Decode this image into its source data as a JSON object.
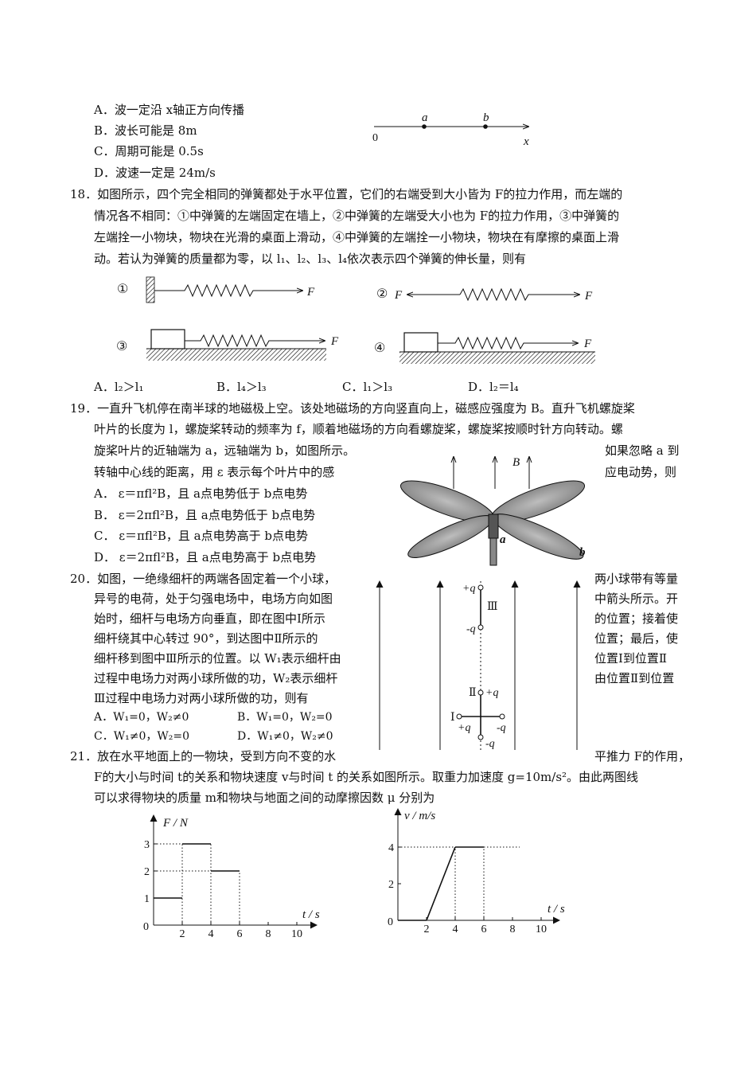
{
  "q17": {
    "options": [
      "A．波一定沿 x轴正方向传播",
      "B．波长可能是 8m",
      "C．周期可能是 0.5s",
      "D．波速一定是 24m/s"
    ],
    "fig": {
      "a": "a",
      "b": "b",
      "origin": "0",
      "x": "x"
    }
  },
  "q18": {
    "lines": [
      "18．如图所示，四个完全相同的弹簧都处于水平位置，它们的右端受到大小皆为 F的拉力作用，而左端的",
      "情况各不相同：①中弹簧的左端固定在墙上，②中弹簧的左端受大小也为 F的拉力作用，③中弹簧的",
      "左端拴一小物块，物块在光滑的桌面上滑动，④中弹簧的左端拴一小物块，物块在有摩擦的桌面上滑",
      "动。若认为弹簧的质量都为零，以 l₁、l₂、l₃、l₄依次表示四个弹簧的伸长量，则有"
    ],
    "fig": {
      "n1": "①",
      "n2": "②",
      "n3": "③",
      "n4": "④",
      "F": "F"
    },
    "options": [
      "A．l₂＞l₁",
      "B．l₄＞l₃",
      "C．l₁＞l₃",
      "D．l₂＝l₄"
    ]
  },
  "q19": {
    "lines": [
      "19．一直升飞机停在南半球的地磁极上空。该处地磁场的方向竖直向上，磁感应强度为 B。直升飞机螺旋桨",
      "叶片的长度为 l，螺旋桨转动的频率为 f，顺着地磁场的方向看螺旋桨，螺旋桨按顺时针方向转动。螺",
      "旋桨叶片的近轴端为 a，远轴端为 b，如图所示。",
      "转轴中心线的距离，用  ε 表示每个叶片中的感"
    ],
    "right_lines": [
      "如果忽略 a 到",
      "应电动势，则"
    ],
    "options": [
      "A．  ε＝πfl²B，且 a点电势低于 b点电势",
      "B．  ε＝2πfl²B，且 a点电势低于 b点电势",
      "C．  ε＝πfl²B，且 a点电势高于 b点电势",
      "D．  ε＝2πfl²B，且 a点电势高于 b点电势"
    ],
    "fig": {
      "B": "B",
      "a": "a",
      "b": "b"
    }
  },
  "q20": {
    "left_lines": [
      "20．如图，一绝缘细杆的两端各固定着一个小球，",
      "异号的电荷，处于匀强电场中，电场方向如图",
      "始时，细杆与电场方向垂直，即在图中Ⅰ所示",
      "细杆绕其中心转过 90°，到达图中Ⅱ所示的",
      "细杆移到图中Ⅲ所示的位置。以 W₁表示细杆由",
      "过程中电场力对两小球所做的功，W₂表示细杆",
      "Ⅲ过程中电场力对两小球所做的功，则有"
    ],
    "right_lines": [
      "两小球带有等量",
      "中箭头所示。开",
      "的位置；接着使",
      "位置；最后，使",
      "位置Ⅰ到位置Ⅱ",
      "由位置Ⅱ到位置"
    ],
    "options": [
      "A．W₁=0，W₂≠0",
      "B．W₁=0，W₂=0",
      "C．W₁≠0，W₂=0",
      "D．W₁≠0，W₂≠0"
    ],
    "fig": {
      "pq": "+q",
      "mq": "-q",
      "I": "Ⅰ",
      "II": "Ⅱ",
      "III": "Ⅲ"
    }
  },
  "q21": {
    "line1": "21．放在水平地面上的一物块，受到方向不变的水",
    "line1_right": "平推力 F的作用，",
    "line2": "F的大小与时间 t的关系和物块速度 v与时间 t 的关系如图所示。取重力加速度 g=10m/s²。由此两图线",
    "line3": "可以求得物块的质量 m和物块与地面之间的动摩擦因数 μ 分别为"
  },
  "chart_data": [
    {
      "type": "line",
      "title": "",
      "xlabel": "t / s",
      "ylabel": "F / N",
      "x_ticks": [
        "0",
        "2",
        "4",
        "6",
        "8",
        "10"
      ],
      "y_ticks": [
        "1",
        "2",
        "3"
      ],
      "xlim": [
        0,
        11
      ],
      "ylim": [
        0,
        3.6
      ],
      "series": [
        {
          "x": [
            0,
            2,
            2,
            4,
            4,
            6
          ],
          "y": [
            1,
            1,
            3,
            3,
            2,
            2
          ]
        }
      ]
    },
    {
      "type": "line",
      "title": "",
      "xlabel": "t / s",
      "ylabel": "v / m/s",
      "x_ticks": [
        "0",
        "2",
        "4",
        "6",
        "8",
        "10"
      ],
      "y_ticks": [
        "2",
        "4"
      ],
      "xlim": [
        0,
        11
      ],
      "ylim": [
        0,
        5.4
      ],
      "series": [
        {
          "x": [
            0,
            2,
            4,
            6
          ],
          "y": [
            0,
            0,
            4,
            4
          ]
        }
      ]
    }
  ]
}
